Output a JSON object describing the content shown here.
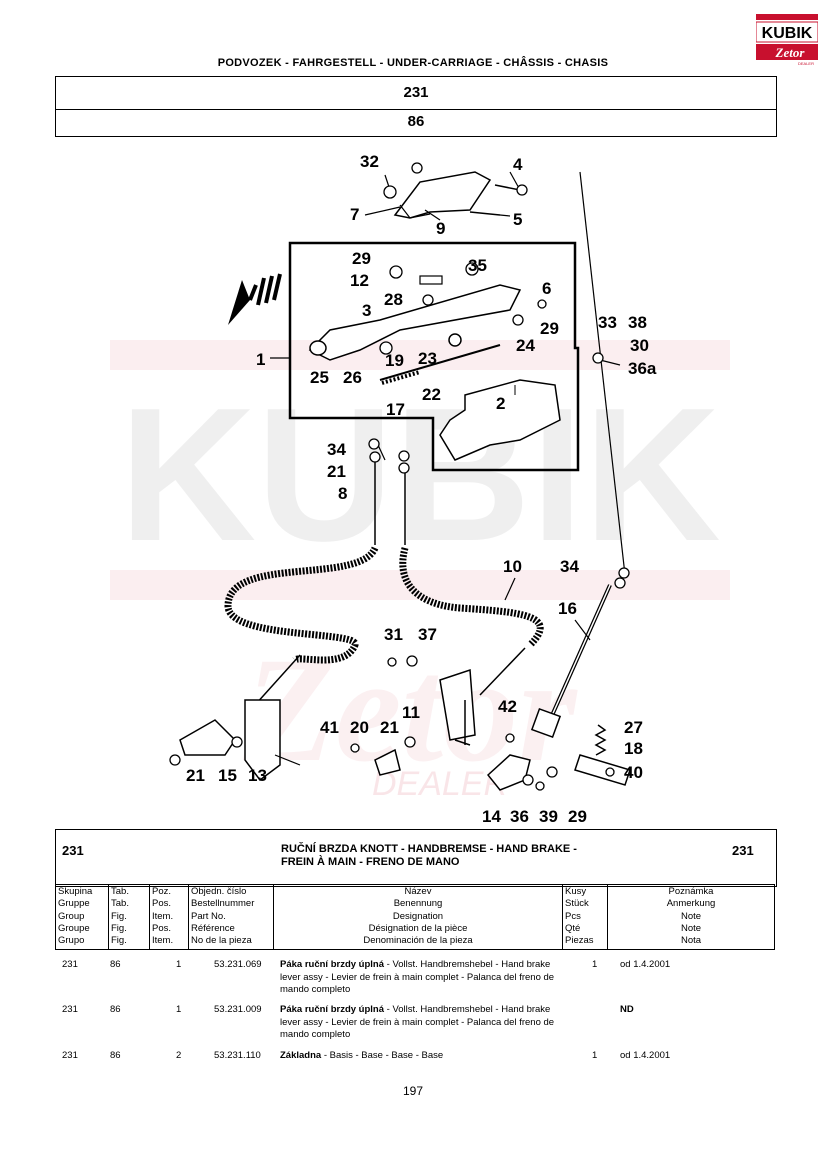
{
  "logo": {
    "top_text": "KUBIK",
    "bottom_text": "Zetor",
    "small_text": "DEALER"
  },
  "header": {
    "title": "PODVOZEK - FAHRGESTELL - UNDER-CARRIAGE - CHÂSSIS - CHASIS",
    "group": "231",
    "figure": "86"
  },
  "diagram": {
    "callouts": [
      "32",
      "4",
      "7",
      "9",
      "5",
      "29",
      "35",
      "12",
      "6",
      "28",
      "3",
      "29",
      "33",
      "38",
      "30",
      "36a",
      "24",
      "1",
      "19",
      "23",
      "25",
      "26",
      "17",
      "22",
      "2",
      "34",
      "21",
      "8",
      "10",
      "34",
      "16",
      "31",
      "37",
      "11",
      "42",
      "27",
      "41",
      "20",
      "21",
      "18",
      "40",
      "21",
      "15",
      "13",
      "14",
      "36",
      "39",
      "29"
    ],
    "watermark": "KUBIK",
    "watermark_sub": "DEALER"
  },
  "group_header": {
    "code_left": "231",
    "code_right": "231",
    "title": "RUČNÍ BRZDA KNOTT - HANDBREMSE - HAND BRAKE - FREIN À MAIN - FRENO DE MANO"
  },
  "columns": {
    "group": [
      "Skupina",
      "Gruppe",
      "Group",
      "Groupe",
      "Grupo"
    ],
    "tab": [
      "Tab.",
      "Tab.",
      "Fig.",
      "Fig.",
      "Fig."
    ],
    "pos": [
      "Poz.",
      "Pos.",
      "Item.",
      "Pos.",
      "Item."
    ],
    "part": [
      "Objedn. číslo",
      "Bestellnummer",
      "Part No.",
      "Référence",
      "No de la pieza"
    ],
    "name": [
      "Název",
      "Benennung",
      "Designation",
      "Désignation de la pièce",
      "Denominación de la pieza"
    ],
    "qty": [
      "Kusy",
      "Stück",
      "Pcs",
      "Qté",
      "Piezas"
    ],
    "note": [
      "Poznámka",
      "Anmerkung",
      "Note",
      "Note",
      "Nota"
    ]
  },
  "rows": [
    {
      "group": "231",
      "tab": "86",
      "pos": "1",
      "part": "53.231.069",
      "name_bold": "Páka ruční brzdy úplná",
      "name_rest": " - Vollst. Handbremshebel - Hand brake lever assy - Levier de frein à main complet - Palanca del freno de mando completo",
      "qty": "1",
      "note": "od 1.4.2001"
    },
    {
      "group": "231",
      "tab": "86",
      "pos": "1",
      "part": "53.231.009",
      "name_bold": "Páka ruční brzdy úplná",
      "name_rest": " - Vollst. Handbremshebel - Hand brake lever assy - Levier de frein à main complet - Palanca del freno de mando completo",
      "qty": "",
      "note": "ND"
    },
    {
      "group": "231",
      "tab": "86",
      "pos": "2",
      "part": "53.231.110",
      "name_bold": "Základna",
      "name_rest": " - Basis - Base - Base - Base",
      "qty": "1",
      "note": "od 1.4.2001"
    }
  ],
  "page_number": "197"
}
